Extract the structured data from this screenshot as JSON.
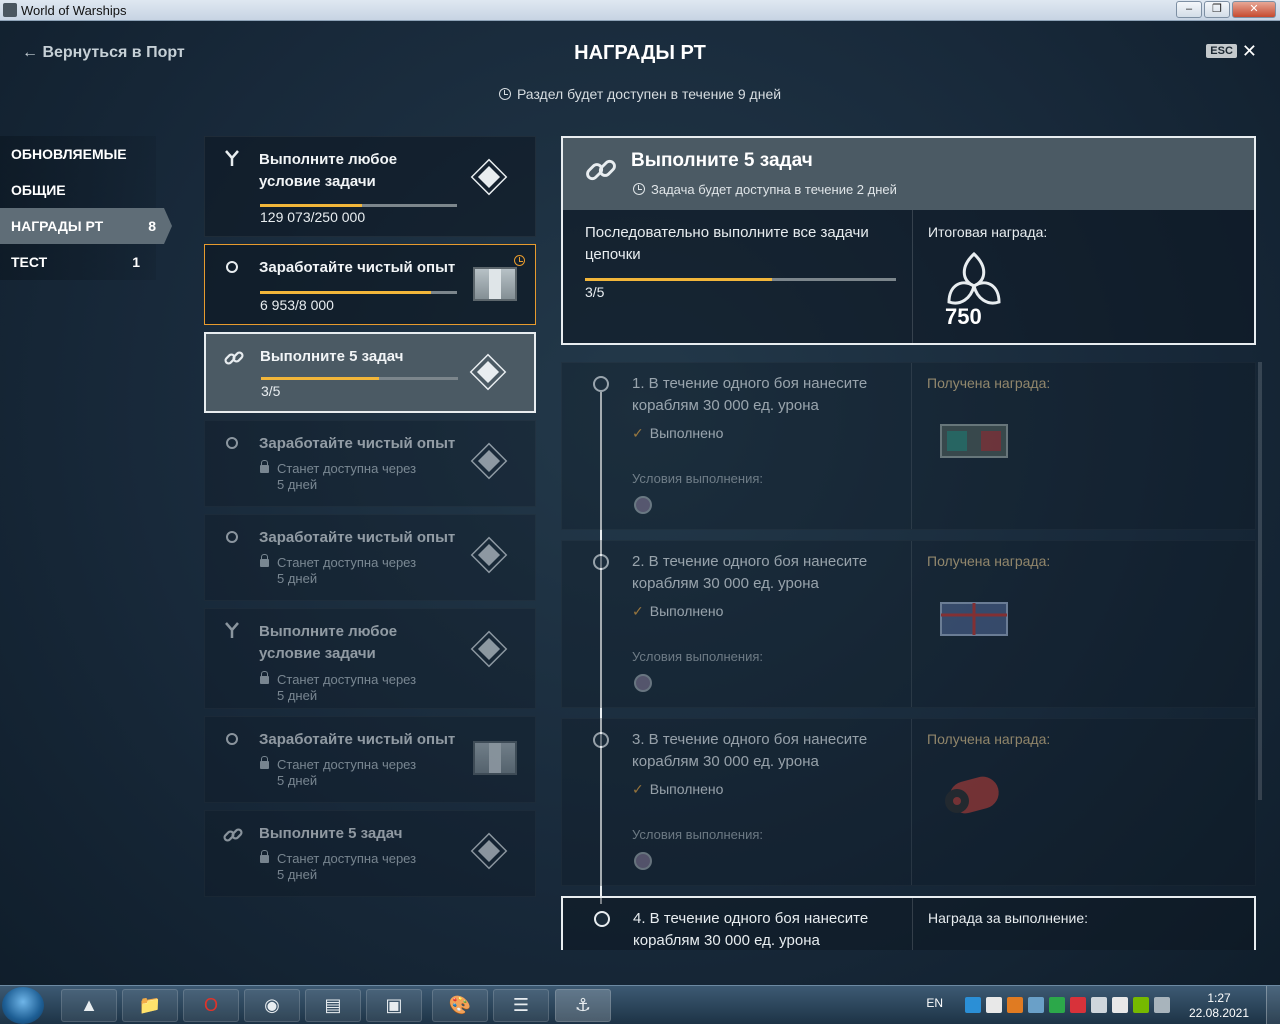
{
  "window": {
    "title": "World of Warships",
    "minimize": "–",
    "maximize": "❐",
    "close": "✕"
  },
  "header": {
    "back": "← Вернуться в Порт",
    "title": "НАГРАДЫ РТ",
    "esc": "ESC",
    "close": "✕",
    "availability": "Раздел будет доступен в течение 9 дней"
  },
  "sidebar": [
    {
      "label": "ОБНОВЛЯЕМЫЕ",
      "count": ""
    },
    {
      "label": "ОБЩИЕ",
      "count": ""
    },
    {
      "label": "НАГРАДЫ РТ",
      "count": "8",
      "active": true
    },
    {
      "label": "ТЕСТ",
      "count": "1"
    }
  ],
  "tasks": [
    {
      "name": "Выполните любое условие задачи",
      "icon": "fork-icon",
      "progress": "129 073/250 000",
      "fill": 0.52,
      "reward": "diamond"
    },
    {
      "name": "Заработайте чистый опыт",
      "icon": "circle-icon",
      "progress": "6 953/8 000",
      "fill": 0.87,
      "reward": "crate"
    },
    {
      "name": "Выполните 5 задач",
      "icon": "chain-link-icon",
      "progress": "3/5",
      "fill": 0.6,
      "reward": "diamond"
    },
    {
      "name": "Заработайте чистый опыт",
      "icon": "circle-icon",
      "locked": "Станет доступна через 5 дней",
      "reward": "diamond"
    },
    {
      "name": "Заработайте чистый опыт",
      "icon": "circle-icon",
      "locked": "Станет доступна через 5 дней",
      "reward": "diamond"
    },
    {
      "name": "Выполните любое условие задачи",
      "icon": "fork-icon",
      "locked": "Станет доступна через 5 дней",
      "reward": "diamond"
    },
    {
      "name": "Заработайте чистый опыт",
      "icon": "circle-icon",
      "locked": "Станет доступна через 5 дней",
      "reward": "crate"
    },
    {
      "name": "Выполните 5 задач",
      "icon": "chain-link-icon",
      "locked": "Станет доступна через 5 дней",
      "reward": "diamond"
    }
  ],
  "locked_line1": "Станет доступна через",
  "locked_line2": "5 дней",
  "detail": {
    "title": "Выполните 5 задач",
    "sub": "Задача будет доступна в течение 2 дней",
    "desc": "Последовательно выполните все задачи цепочки",
    "progress": "3/5",
    "fill": 0.6,
    "reward_label": "Итоговая награда:",
    "reward_value": "750"
  },
  "steps": [
    {
      "text": "1. В течение одного боя нанесите кораблям 30 000 ед. урона",
      "status": "Выполнено",
      "cond": "Условия выполнения:",
      "reward_label": "Получена награда:"
    },
    {
      "text": "2. В течение одного боя нанесите кораблям 30 000 ед. урона",
      "status": "Выполнено",
      "cond": "Условия выполнения:",
      "reward_label": "Получена награда:"
    },
    {
      "text": "3. В течение одного боя нанесите кораблям 30 000 ед. урона",
      "status": "Выполнено",
      "cond": "Условия выполнения:",
      "reward_label": "Получена награда:"
    },
    {
      "text": "4. В течение одного боя нанесите кораблям 30 000 ед. урона",
      "reward_label": "Награда за выполнение:"
    }
  ],
  "taskbar": {
    "lang": "EN",
    "time": "1:27",
    "date": "22.08.2021"
  },
  "colors": {
    "accent": "#f2b63a",
    "orange_border": "#e79b2e",
    "selected_bg": "#4b5a64"
  }
}
